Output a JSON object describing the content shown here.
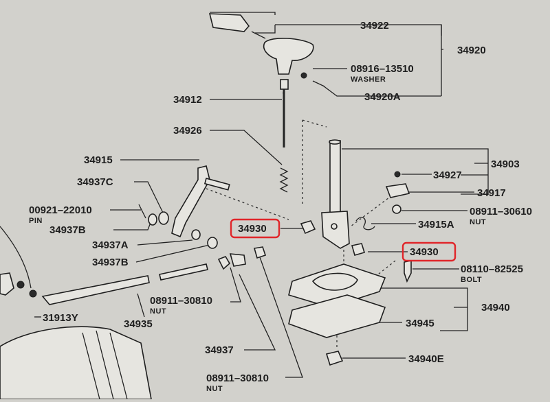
{
  "diagram": {
    "parts": {
      "p34922": "34922",
      "p34920": "34920",
      "p08916": "08916–13510",
      "washer": "WASHER",
      "p34920A": "34920A",
      "p34912": "34912",
      "p34926": "34926",
      "p34903": "34903",
      "p34927": "34927",
      "p34917": "34917",
      "p08911a": "08911–30610",
      "nut_a": "NUT",
      "p34915": "34915",
      "p34937C": "34937C",
      "p00921": "00921–22010",
      "pin": "PIN",
      "p34937B_1": "34937B",
      "p34930_left": "34930",
      "p34915A": "34915A",
      "p34930_right": "34930",
      "p34937A": "34937A",
      "p34937B_2": "34937B",
      "p08110": "08110–82525",
      "bolt": "BOLT",
      "p34940": "34940",
      "p31913Y": "31913Y",
      "p08911b": "08911–30810",
      "nut_b": "NUT",
      "p34935": "34935",
      "p34945": "34945",
      "p34937": "34937",
      "p34940E": "34940E",
      "p08911c": "08911–30810",
      "nut_c": "NUT"
    },
    "highlight_color": "#e0262a"
  }
}
